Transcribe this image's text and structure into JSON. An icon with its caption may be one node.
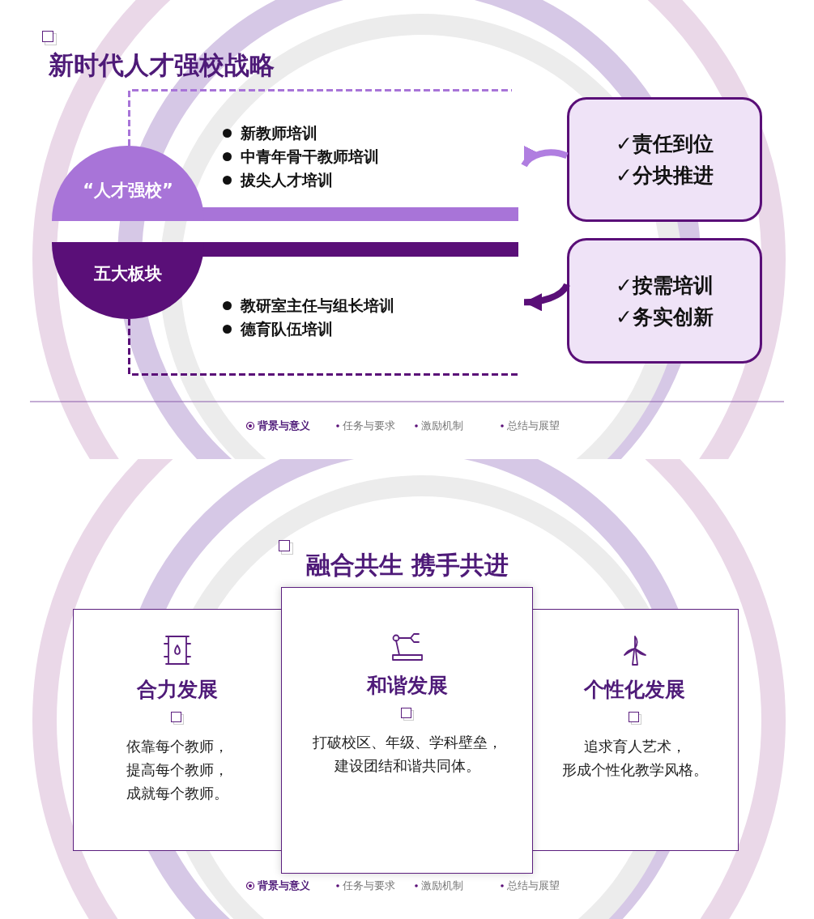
{
  "diagram": {
    "title": "新时代人才强校战略",
    "nodes": [
      {
        "text": [
          "“人才强校”"
        ]
      },
      {
        "text": [
          "五大板块"
        ]
      },
      {
        "text": [
          "新教师培训",
          "中青年骨干教师培训",
          "拔尖人才培训"
        ]
      },
      {
        "text": [
          "教研室主任与组长培训",
          "德育队伍培训"
        ]
      },
      {
        "text": [],
        "shape": "bar"
      },
      {
        "text": [],
        "shape": "bar"
      },
      {
        "text": [
          "✓责任到位",
          "✓分块推进"
        ]
      },
      {
        "text": [
          "✓按需培训",
          "✓务实创新"
        ]
      },
      {
        "text": [
          "合力发展",
          "依靠每个教师，提高每个教师，成就每个教师。"
        ]
      },
      {
        "text": [
          "和谐发展",
          "打破校区、年级、学科壁垒，建设团结和谐共同体。"
        ]
      },
      {
        "text": [
          "个性化发展",
          "追求育人艺术，形成个性化教学风格。"
        ]
      }
    ],
    "edges": [
      {
        "from": 6,
        "to": 2,
        "arrow": "to",
        "color": "#b07ee0"
      },
      {
        "from": 7,
        "to": 3,
        "arrow": "to",
        "color": "#5a0f78"
      }
    ],
    "labels": [
      "背景与意义",
      "任务与要求",
      "激励机制",
      "总结与展望",
      "融合共生 携手共进",
      "背景与意义",
      "任务与要求",
      "激励机制",
      "总结与展望"
    ]
  }
}
